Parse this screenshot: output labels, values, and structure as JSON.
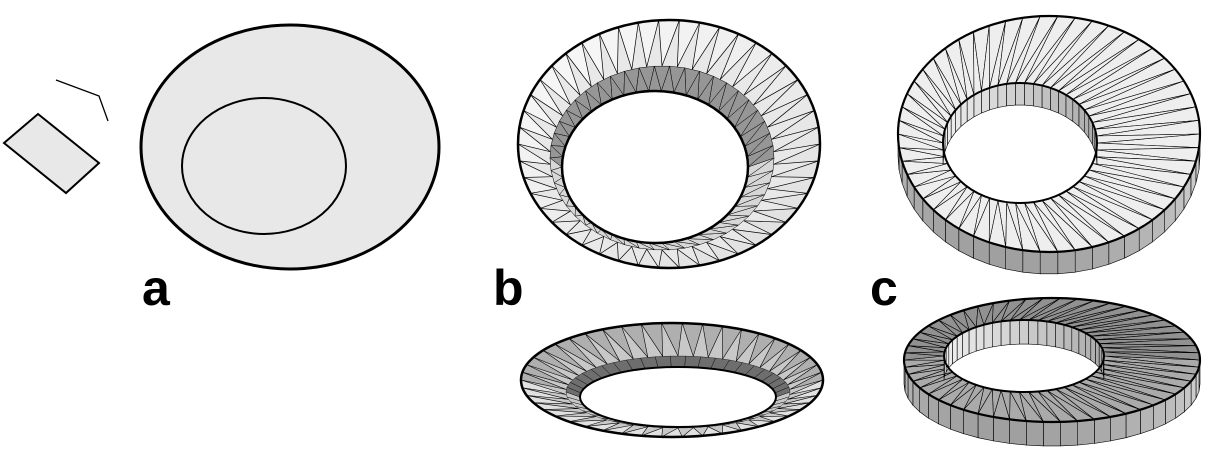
{
  "labels": {
    "a": "a",
    "b": "b",
    "c": "c"
  },
  "colors": {
    "background": "#ffffff",
    "stroke": "#000000",
    "face_light": "#e8e8e8",
    "face_mid": "#c8c8c8",
    "face_dark": "#8f8f8f"
  }
}
